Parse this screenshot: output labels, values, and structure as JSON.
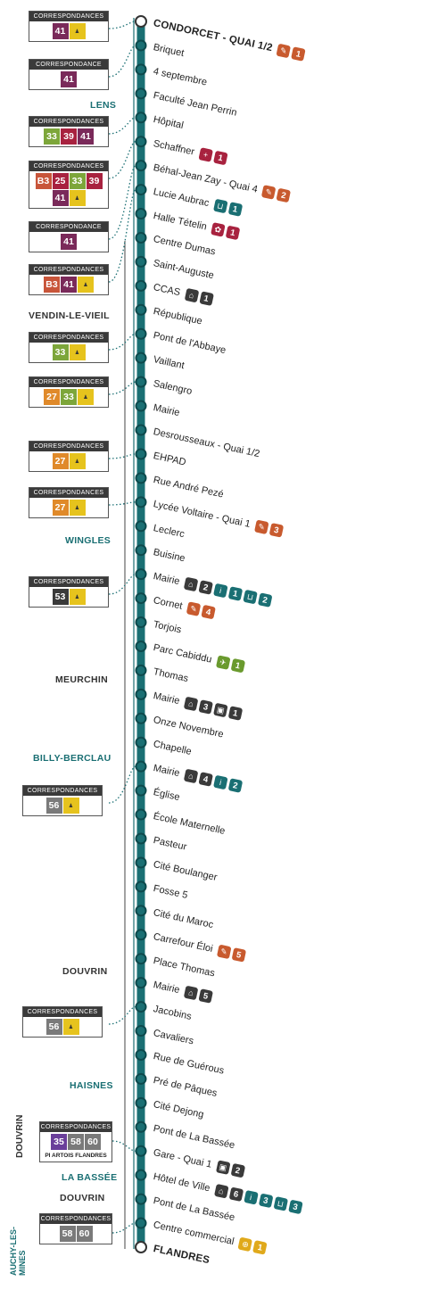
{
  "colors": {
    "line": "#1a6f73",
    "line_dark": "#0d4a4d",
    "ter": "#c85a2e",
    "med": "#a8223f",
    "ens": "#1a6f73",
    "mairie": "#3a3a3a",
    "sport": "#6a9a2e",
    "info": "#1a6f73",
    "shop": "#e0a91b"
  },
  "stops": [
    {
      "name": "CONDORCET - QUAI 1/2",
      "terminus": true,
      "badges": [
        {
          "icon": "pencil-icon",
          "n": "1",
          "c": "ter"
        }
      ]
    },
    {
      "name": "Briquet",
      "badges": []
    },
    {
      "name": "4 septembre",
      "badges": []
    },
    {
      "name": "Faculté Jean Perrin",
      "badges": []
    },
    {
      "name": "Hôpital",
      "badges": []
    },
    {
      "name": "Schaffner",
      "badges": [
        {
          "icon": "cross-icon",
          "n": "1",
          "c": "med"
        }
      ]
    },
    {
      "name": "Béhal-Jean Zay - Quai 4",
      "badges": [
        {
          "icon": "pencil-icon",
          "n": "2",
          "c": "ter"
        }
      ]
    },
    {
      "name": "Lucie Aubrac",
      "badges": [
        {
          "icon": "basket-icon",
          "n": "1",
          "c": "ens"
        }
      ]
    },
    {
      "name": "Halle Tételin",
      "badges": [
        {
          "icon": "flower-icon",
          "n": "1",
          "c": "med"
        }
      ]
    },
    {
      "name": "Centre Dumas",
      "badges": []
    },
    {
      "name": "Saint-Auguste",
      "badges": []
    },
    {
      "name": "CCAS",
      "badges": [
        {
          "icon": "building-icon",
          "n": "1",
          "c": "mairie"
        }
      ]
    },
    {
      "name": "République",
      "badges": []
    },
    {
      "name": "Pont de l'Abbaye",
      "badges": []
    },
    {
      "name": "Vaillant",
      "badges": []
    },
    {
      "name": "Salengro",
      "badges": []
    },
    {
      "name": "Mairie",
      "badges": []
    },
    {
      "name": "Desrousseaux - Quai 1/2",
      "badges": []
    },
    {
      "name": "EHPAD",
      "badges": []
    },
    {
      "name": "Rue André Pezé",
      "badges": []
    },
    {
      "name": "Lycée Voltaire - Quai 1",
      "badges": [
        {
          "icon": "pencil-icon",
          "n": "3",
          "c": "ter"
        }
      ]
    },
    {
      "name": "Leclerc",
      "badges": []
    },
    {
      "name": "Buisine",
      "badges": []
    },
    {
      "name": "Mairie",
      "badges": [
        {
          "icon": "building-icon",
          "n": "2",
          "c": "mairie"
        },
        {
          "icon": "info-icon",
          "n": "1",
          "c": "info"
        },
        {
          "icon": "basket-icon",
          "n": "2",
          "c": "ens"
        }
      ]
    },
    {
      "name": "Cornet",
      "badges": [
        {
          "icon": "pencil-icon",
          "n": "4",
          "c": "ter"
        }
      ]
    },
    {
      "name": "Torjois",
      "badges": []
    },
    {
      "name": "Parc Cabiddu",
      "badges": [
        {
          "icon": "runner-icon",
          "n": "1",
          "c": "sport"
        }
      ]
    },
    {
      "name": "Thomas",
      "badges": []
    },
    {
      "name": "Mairie",
      "badges": [
        {
          "icon": "building-icon",
          "n": "3",
          "c": "mairie"
        },
        {
          "icon": "train-icon",
          "n": "1",
          "c": "mairie"
        }
      ]
    },
    {
      "name": "Onze Novembre",
      "badges": []
    },
    {
      "name": "Chapelle",
      "badges": []
    },
    {
      "name": "Mairie",
      "badges": [
        {
          "icon": "building-icon",
          "n": "4",
          "c": "mairie"
        },
        {
          "icon": "info-icon",
          "n": "2",
          "c": "info"
        }
      ]
    },
    {
      "name": "Église",
      "badges": []
    },
    {
      "name": "École Maternelle",
      "badges": []
    },
    {
      "name": "Pasteur",
      "badges": []
    },
    {
      "name": "Cité Boulanger",
      "badges": []
    },
    {
      "name": "Fosse 5",
      "badges": []
    },
    {
      "name": "Cité du Maroc",
      "badges": []
    },
    {
      "name": "Carrefour Éloi",
      "badges": [
        {
          "icon": "pencil-icon",
          "n": "5",
          "c": "ter"
        }
      ]
    },
    {
      "name": "Place Thomas",
      "badges": []
    },
    {
      "name": "Mairie",
      "badges": [
        {
          "icon": "building-icon",
          "n": "5",
          "c": "mairie"
        }
      ]
    },
    {
      "name": "Jacobins",
      "badges": []
    },
    {
      "name": "Cavaliers",
      "badges": []
    },
    {
      "name": "Rue de Guérous",
      "badges": []
    },
    {
      "name": "Pré de Pâques",
      "badges": []
    },
    {
      "name": "Cité Dejong",
      "badges": []
    },
    {
      "name": "Pont de La Bassée",
      "badges": []
    },
    {
      "name": "Gare - Quai 1",
      "badges": [
        {
          "icon": "train-icon",
          "n": "2",
          "c": "mairie"
        }
      ]
    },
    {
      "name": "Hôtel de Ville",
      "badges": [
        {
          "icon": "building-icon",
          "n": "6",
          "c": "mairie"
        },
        {
          "icon": "info-icon",
          "n": "3",
          "c": "info"
        },
        {
          "icon": "basket-icon",
          "n": "3",
          "c": "ens"
        }
      ]
    },
    {
      "name": "Pont de La Bassée",
      "badges": []
    },
    {
      "name": "Centre commercial",
      "badges": [
        {
          "icon": "cart-icon",
          "n": "1",
          "c": "shop"
        }
      ]
    },
    {
      "name": "FLANDRES",
      "terminus": true,
      "badges": []
    }
  ],
  "corr_header": "CORRESPONDANCES",
  "corr_header_single": "CORRESPONDANCE",
  "correspondances": [
    {
      "header": "CORRESPONDANCES",
      "lines": [
        {
          "t": "41",
          "c": "#7a2a5a"
        },
        {
          "t": "",
          "c": "y"
        }
      ]
    },
    {
      "header": "CORRESPONDANCE",
      "lines": [
        {
          "t": "41",
          "c": "#7a2a5a"
        }
      ]
    },
    {
      "header": "CORRESPONDANCES",
      "lines": [
        {
          "t": "33",
          "c": "#7da63a"
        },
        {
          "t": "39",
          "c": "#a8223f"
        },
        {
          "t": "41",
          "c": "#7a2a5a"
        }
      ]
    },
    {
      "header": "CORRESPONDANCES",
      "lines": [
        {
          "t": "B3",
          "c": "#c8553a"
        },
        {
          "t": "25",
          "c": "#a8223f"
        },
        {
          "t": "33",
          "c": "#7da63a"
        },
        {
          "t": "39",
          "c": "#a8223f"
        },
        {
          "t": "41",
          "c": "#7a2a5a"
        },
        {
          "t": "",
          "c": "y"
        }
      ]
    },
    {
      "header": "CORRESPONDANCE",
      "lines": [
        {
          "t": "41",
          "c": "#7a2a5a"
        }
      ]
    },
    {
      "header": "CORRESPONDANCES",
      "lines": [
        {
          "t": "B3",
          "c": "#c8553a"
        },
        {
          "t": "41",
          "c": "#7a2a5a"
        },
        {
          "t": "",
          "c": "y"
        }
      ]
    },
    {
      "header": "CORRESPONDANCES",
      "lines": [
        {
          "t": "33",
          "c": "#7da63a"
        },
        {
          "t": "",
          "c": "y"
        }
      ]
    },
    {
      "header": "CORRESPONDANCES",
      "lines": [
        {
          "t": "27",
          "c": "#e08a2a"
        },
        {
          "t": "33",
          "c": "#7da63a"
        },
        {
          "t": "",
          "c": "y"
        }
      ]
    },
    {
      "header": "CORRESPONDANCES",
      "lines": [
        {
          "t": "27",
          "c": "#e08a2a"
        },
        {
          "t": "",
          "c": "y"
        }
      ]
    },
    {
      "header": "CORRESPONDANCES",
      "lines": [
        {
          "t": "27",
          "c": "#e08a2a"
        },
        {
          "t": "",
          "c": "y"
        }
      ]
    },
    {
      "header": "CORRESPONDANCES",
      "lines": [
        {
          "t": "53",
          "c": "#3a3a3a"
        },
        {
          "t": "",
          "c": "y"
        }
      ]
    },
    {
      "header": "CORRESPONDANCES",
      "lines": [
        {
          "t": "56",
          "c": "#7a7a7a"
        },
        {
          "t": "",
          "c": "y"
        }
      ]
    },
    {
      "header": "CORRESPONDANCES",
      "lines": [
        {
          "t": "56",
          "c": "#7a7a7a"
        },
        {
          "t": "",
          "c": "y"
        }
      ]
    },
    {
      "header": "CORRESPONDANCES",
      "lines": [
        {
          "t": "35",
          "c": "#6a3f9a"
        },
        {
          "t": "58",
          "c": "#7a7a7a"
        },
        {
          "t": "60",
          "c": "#7a7a7a"
        }
      ],
      "extra": "PI ARTOIS FLANDRES"
    },
    {
      "header": "CORRESPONDANCES",
      "lines": [
        {
          "t": "58",
          "c": "#7a7a7a"
        },
        {
          "t": "60",
          "c": "#7a7a7a"
        }
      ]
    }
  ],
  "towns": [
    "LENS",
    "VENDIN-LE-VIEIL",
    "WINGLES",
    "MEURCHIN",
    "BILLY-BERCLAU",
    "DOUVRIN",
    "HAISNES",
    "LA BASSÉE",
    "DOUVRIN"
  ],
  "vtowns": [
    "DOUVRIN",
    "AUCHY-LES-MINES"
  ]
}
